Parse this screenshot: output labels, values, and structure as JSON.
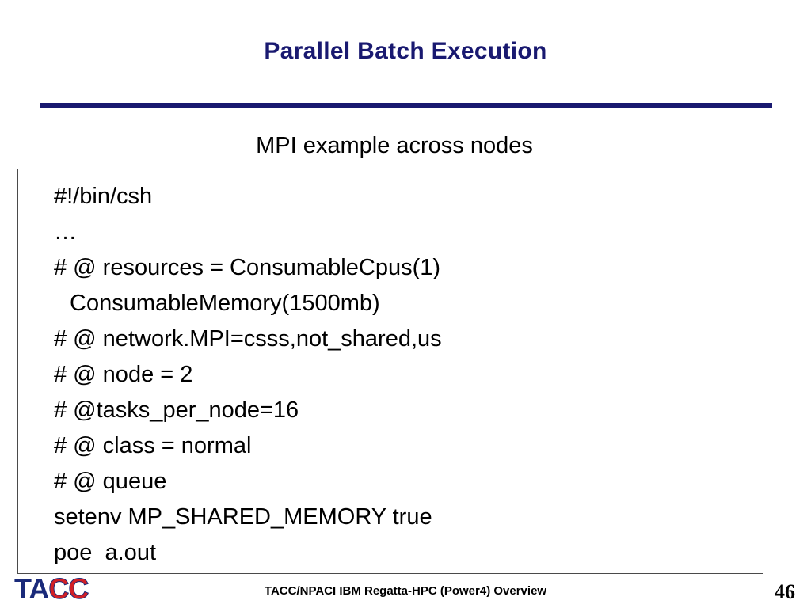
{
  "slide": {
    "title": "Parallel Batch Execution",
    "subtitle": "MPI example across nodes",
    "accent_color": "#191970",
    "code_border_color": "#4a4a4a"
  },
  "code_block": {
    "lines": [
      {
        "text": "#!/bin/csh",
        "wrapped": false
      },
      {
        "text": "…",
        "wrapped": false
      },
      {
        "text": "# @ resources = ConsumableCpus(1)",
        "wrapped": false
      },
      {
        "text": "ConsumableMemory(1500mb)",
        "wrapped": true
      },
      {
        "text": "# @ network.MPI=csss,not_shared,us",
        "wrapped": false
      },
      {
        "text": "# @ node = 2",
        "wrapped": false
      },
      {
        "text": "# @tasks_per_node=16",
        "wrapped": false
      },
      {
        "text": "# @ class = normal",
        "wrapped": false
      },
      {
        "text": "# @ queue",
        "wrapped": false
      },
      {
        "text": "setenv MP_SHARED_MEMORY true",
        "wrapped": false
      },
      {
        "text": "poe  a.out",
        "wrapped": false
      }
    ]
  },
  "footer": {
    "logo_part1": "TA",
    "logo_part2": "CC",
    "logo_color1": "#1a2a7a",
    "logo_color2": "#d21f26",
    "center_text": "TACC/NPACI IBM Regatta-HPC (Power4) Overview",
    "page_number": "46"
  }
}
